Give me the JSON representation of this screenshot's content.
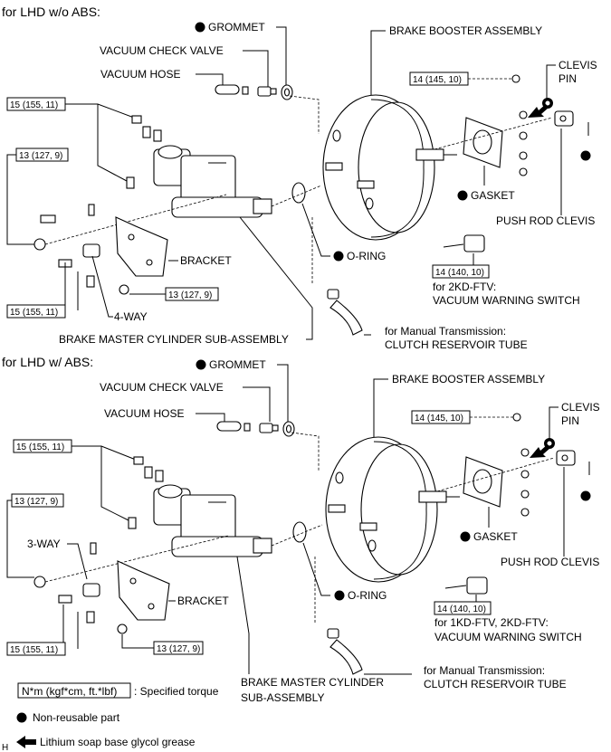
{
  "top": {
    "section_title": "for LHD w/o ABS:",
    "grommet": "GROMMET",
    "vacuum_check_valve": "VACUUM CHECK VALVE",
    "vacuum_hose": "VACUUM HOSE",
    "brake_booster_assembly": "BRAKE BOOSTER ASSEMBLY",
    "clevis_pin_1": "CLEVIS",
    "clevis_pin_2": "PIN",
    "torque_14_145": "14 (145, 10)",
    "torque_15_155_a": "15 (155, 11)",
    "torque_13_127_a": "13 (127, 9)",
    "gasket": "GASKET",
    "push_rod_clevis": "PUSH ROD CLEVIS",
    "bracket": "BRACKET",
    "o_ring": "O-RING",
    "torque_14_140": "14 (140, 10)",
    "switch_engine": "for 2KD-FTV:",
    "vacuum_warning_switch": "VACUUM WARNING SWITCH",
    "torque_13_127_b": "13 (127, 9)",
    "torque_15_155_b": "15 (155, 11)",
    "way": "4-WAY",
    "master_cylinder": "BRAKE MASTER CYLINDER SUB-ASSEMBLY",
    "manual_trans": "for Manual Transmission:",
    "clutch_tube": "CLUTCH RESERVOIR TUBE"
  },
  "bottom": {
    "section_title": "for LHD w/ ABS:",
    "grommet": "GROMMET",
    "vacuum_check_valve": "VACUUM CHECK VALVE",
    "vacuum_hose": "VACUUM HOSE",
    "brake_booster_assembly": "BRAKE BOOSTER ASSEMBLY",
    "clevis_pin_1": "CLEVIS",
    "clevis_pin_2": "PIN",
    "torque_14_145": "14 (145, 10)",
    "torque_15_155_a": "15 (155, 11)",
    "torque_13_127_a": "13 (127, 9)",
    "way": "3-WAY",
    "gasket": "GASKET",
    "push_rod_clevis": "PUSH ROD CLEVIS",
    "bracket": "BRACKET",
    "o_ring": "O-RING",
    "torque_14_140": "14 (140, 10)",
    "switch_engine": "for 1KD-FTV, 2KD-FTV:",
    "vacuum_warning_switch": "VACUUM WARNING SWITCH",
    "torque_15_155_b": "15 (155, 11)",
    "torque_13_127_b": "13 (127, 9)",
    "master_cylinder_1": "BRAKE MASTER CYLINDER",
    "master_cylinder_2": "SUB-ASSEMBLY",
    "manual_trans": "for Manual Transmission:",
    "clutch_tube": "CLUTCH RESERVOIR TUBE"
  },
  "legend": {
    "torque_unit": "N*m (kgf*cm, ft.*lbf)",
    "torque_desc": ": Specified torque",
    "non_reusable": "Non-reusable part",
    "grease": "Lithium soap base glycol grease"
  },
  "figure_code": "H"
}
